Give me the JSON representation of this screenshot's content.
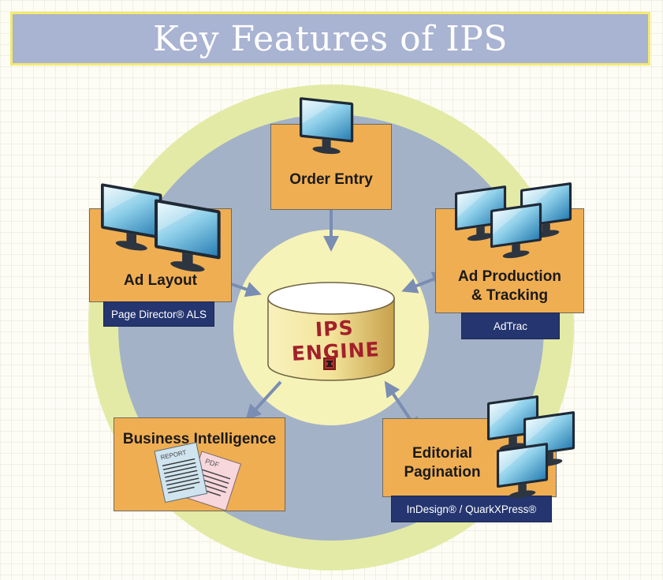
{
  "title": "Key Features of IPS",
  "engine": {
    "label": "IPS ENGINE"
  },
  "modules": {
    "order_entry": {
      "label": "Order Entry"
    },
    "ad_layout": {
      "label": "Ad Layout",
      "product": "Page Director® ALS"
    },
    "ad_production": {
      "label_line1": "Ad Production",
      "label_line2": "& Tracking",
      "product": "AdTrac"
    },
    "business_intelligence": {
      "label": "Business Intelligence",
      "doc1": "REPORT",
      "doc2": "PDF"
    },
    "editorial": {
      "label_line1": "Editorial",
      "label_line2": "Pagination",
      "product": "InDesign® / QuarkXPress®"
    }
  },
  "colors": {
    "outer_ring": "#e3eaa5",
    "middle_ring": "#a3b2c7",
    "inner_circle": "#f6f3b8",
    "module_box": "#f0ae52",
    "product_tag": "#25356f",
    "arrow": "#7a8db2",
    "engine_text": "#a3202a",
    "title_bar": "#a9b3d2"
  }
}
